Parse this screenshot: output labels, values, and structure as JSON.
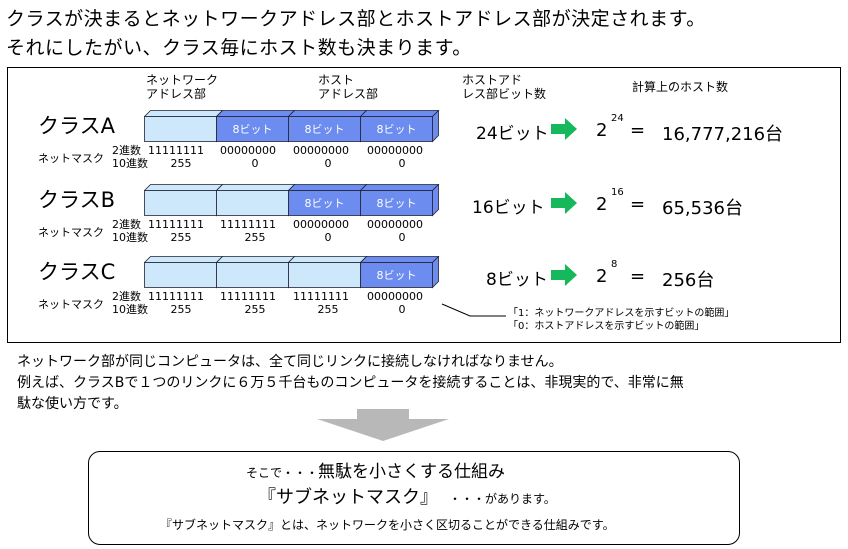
{
  "title_line1": "クラスが決まるとネットワークアドレス部とホストアドレス部が決定されます。",
  "title_line2": "それにしたがい、クラス毎にホスト数も決まります。",
  "headers": {
    "network": [
      "ネットワーク",
      "アドレス部"
    ],
    "host": [
      "ホスト",
      "アドレス部"
    ],
    "hostbits": [
      "ホストアド",
      "レス部ビット数"
    ],
    "calc": "計算上のホスト数"
  },
  "netmask_label": "ネットマスク",
  "binary_label": "2進数",
  "decimal_label": "10進数",
  "block_label": "8ビット",
  "classes": [
    {
      "name": "クラスA",
      "net_blocks": 1,
      "host_blocks": 3,
      "binary": [
        "11111111",
        "00000000",
        "00000000",
        "00000000"
      ],
      "decimal": [
        "255",
        "0",
        "0",
        "0"
      ],
      "bits": "24ビット",
      "base": "2",
      "exp": "24",
      "eq": "=",
      "result": "16,777,216台"
    },
    {
      "name": "クラスB",
      "net_blocks": 2,
      "host_blocks": 2,
      "binary": [
        "11111111",
        "11111111",
        "00000000",
        "00000000"
      ],
      "decimal": [
        "255",
        "255",
        "0",
        "0"
      ],
      "bits": "16ビット",
      "base": "2",
      "exp": "16",
      "eq": "=",
      "result": "65,536台"
    },
    {
      "name": "クラスC",
      "net_blocks": 3,
      "host_blocks": 1,
      "binary": [
        "11111111",
        "11111111",
        "11111111",
        "00000000"
      ],
      "decimal": [
        "255",
        "255",
        "255",
        "0"
      ],
      "bits": "8ビット",
      "base": "2",
      "exp": "8",
      "eq": "=",
      "result": "256台"
    }
  ],
  "notes": [
    "「1：ネットワークアドレスを示すビットの範囲」",
    "「0：ホストアドレスを示すビットの範囲」"
  ],
  "body_line1": "ネットワーク部が同じコンピュータは、全て同じリンクに接続しなければなりません。",
  "body_line2": "例えば、クラスBで１つのリンクに６万５千台ものコンピュータを接続することは、非現実的で、非常に無",
  "body_line3": "駄な使い方です。",
  "box": {
    "line1_small": "そこで・・・",
    "line1_big": "無駄を小さくする仕組み",
    "line2_big": "『サブネットマスク』",
    "line2_small": "・・・があります。",
    "line3": "『サブネットマスク』とは、ネットワークを小さく区切ることができる仕組みです。"
  },
  "colors": {
    "network_block": "#cce8fa",
    "host_block": "#6c8cf0",
    "arrow": "#16b85c",
    "down_arrow": "#b8b8b8"
  }
}
